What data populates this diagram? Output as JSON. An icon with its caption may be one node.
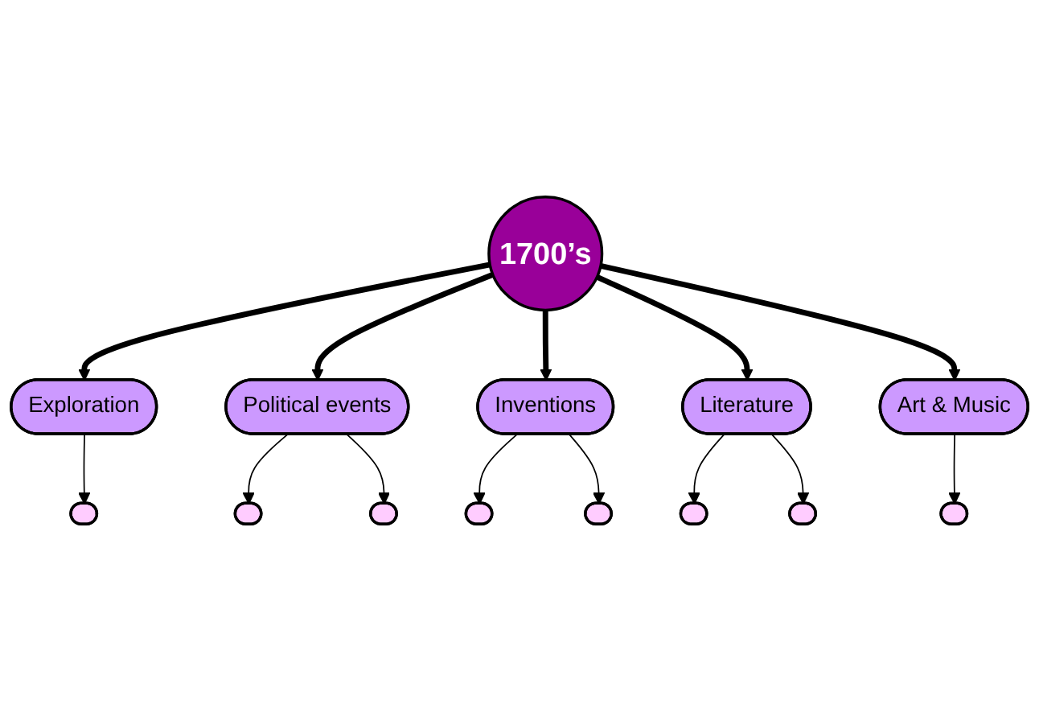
{
  "diagram": {
    "nodes": [
      {
        "text": [
          "1700’s"
        ]
      },
      {
        "text": [
          "Exploration"
        ]
      },
      {
        "text": [
          "Political events"
        ]
      },
      {
        "text": [
          "Inventions"
        ]
      },
      {
        "text": [
          "Literature"
        ]
      },
      {
        "text": [
          "Art & Music"
        ]
      },
      {
        "text": [],
        "shape": "ellipse"
      },
      {
        "text": [],
        "shape": "ellipse"
      },
      {
        "text": [],
        "shape": "ellipse"
      },
      {
        "text": [],
        "shape": "ellipse"
      },
      {
        "text": [],
        "shape": "ellipse"
      },
      {
        "text": [],
        "shape": "ellipse"
      },
      {
        "text": [],
        "shape": "ellipse"
      },
      {
        "text": [],
        "shape": "ellipse"
      }
    ],
    "edges": [
      {
        "from": 0,
        "to": 1,
        "arrow": "to",
        "style": "thick"
      },
      {
        "from": 0,
        "to": 2,
        "arrow": "to",
        "style": "thick"
      },
      {
        "from": 0,
        "to": 3,
        "arrow": "to",
        "style": "thick"
      },
      {
        "from": 0,
        "to": 4,
        "arrow": "to",
        "style": "thick"
      },
      {
        "from": 0,
        "to": 5,
        "arrow": "to",
        "style": "thick"
      },
      {
        "from": 1,
        "to": 6,
        "arrow": "to"
      },
      {
        "from": 2,
        "to": 7,
        "arrow": "to"
      },
      {
        "from": 2,
        "to": 8,
        "arrow": "to"
      },
      {
        "from": 3,
        "to": 9,
        "arrow": "to"
      },
      {
        "from": 3,
        "to": 10,
        "arrow": "to"
      },
      {
        "from": 4,
        "to": 11,
        "arrow": "to"
      },
      {
        "from": 4,
        "to": 12,
        "arrow": "to"
      },
      {
        "from": 5,
        "to": 13,
        "arrow": "to"
      }
    ]
  }
}
